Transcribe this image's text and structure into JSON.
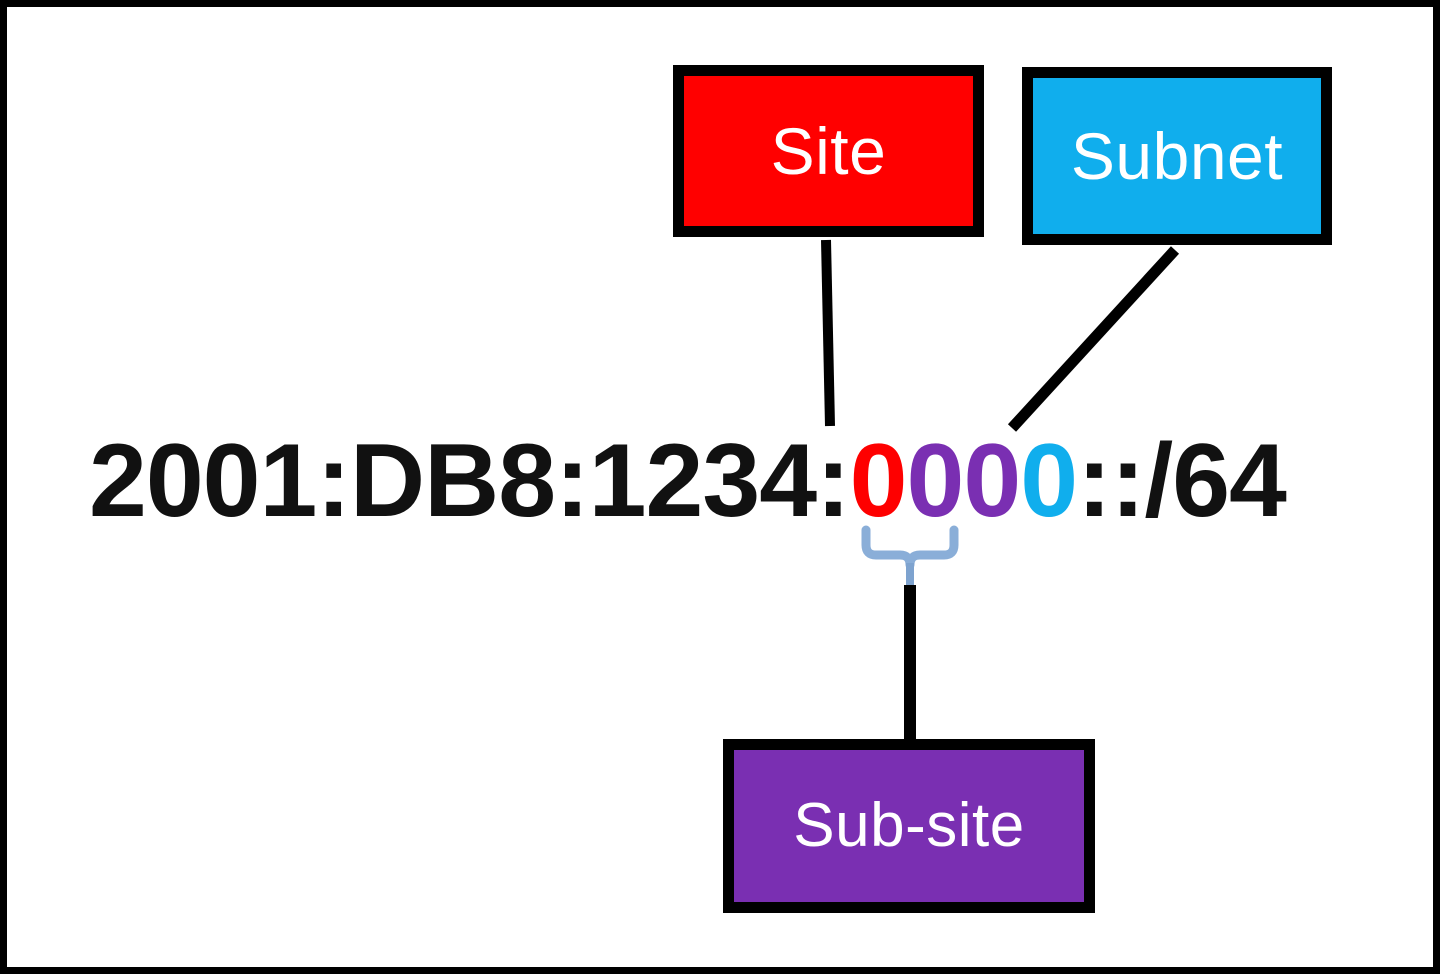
{
  "figure": {
    "title": "IPv6 address hierarchy annotation diagram",
    "background_color": "#ffffff",
    "border_color": "#000000"
  },
  "address": {
    "full_text": "2001:DB8:1234:0000::/64",
    "segments": [
      {
        "id": "prefix",
        "text": "2001:DB8:1234:",
        "color": "#111111",
        "role": "global-routing-prefix"
      },
      {
        "id": "site",
        "text": "0",
        "color": "#fe0000",
        "role": "site-nibble"
      },
      {
        "id": "subsite",
        "text": "00",
        "color": "#7a2fb2",
        "role": "sub-site-nibbles"
      },
      {
        "id": "subnet",
        "text": "0",
        "color": "#10aeed",
        "role": "subnet-nibble"
      },
      {
        "id": "suffix",
        "text": "::/64",
        "color": "#111111",
        "role": "interface-id-and-prefix-length"
      }
    ]
  },
  "boxes": {
    "site": {
      "label": "Site",
      "fill": "#ff0000",
      "text_color": "#ffffff",
      "border_color": "#000000"
    },
    "subnet": {
      "label": "Subnet",
      "fill": "#10aeed",
      "text_color": "#ffffff",
      "border_color": "#000000"
    },
    "subsite": {
      "label": "Sub-site",
      "fill": "#7a2fb2",
      "text_color": "#ffffff",
      "border_color": "#000000"
    }
  },
  "connectors": [
    {
      "id": "site-connector",
      "from": "Site box",
      "to": "red 0 digit",
      "style": "vertical-line",
      "color": "#000000"
    },
    {
      "id": "subnet-connector",
      "from": "Subnet box",
      "to": "cyan 0 digit",
      "style": "diagonal-line",
      "color": "#000000"
    },
    {
      "id": "subsite-connector",
      "from": "Sub-site box",
      "to": "purple 00 digits",
      "style": "vertical-line",
      "color": "#000000"
    }
  ],
  "brace": {
    "id": "subsite-brace",
    "spans": "00",
    "color": "#8aaed8",
    "orientation": "underbrace"
  }
}
